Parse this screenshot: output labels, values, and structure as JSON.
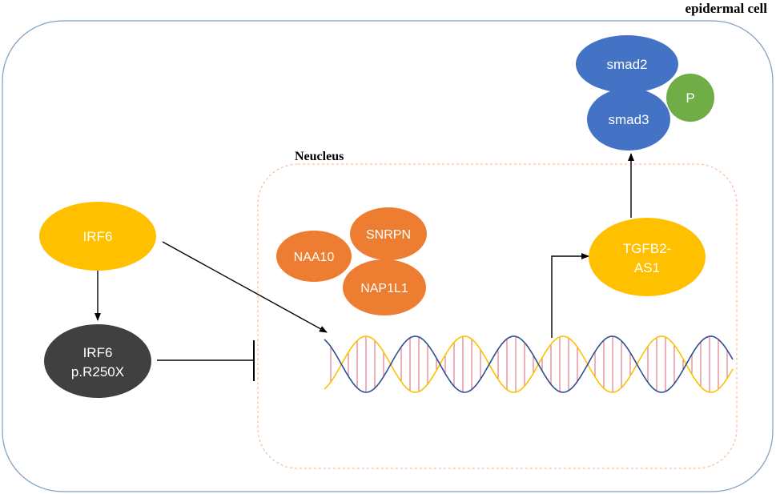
{
  "labels": {
    "cell": "epidermal cell",
    "nucleus": "Neucleus"
  },
  "nodes": {
    "irf6": "IRF6",
    "irf6_mutant_line1": "IRF6",
    "irf6_mutant_line2": "p.R250X",
    "naa10": "NAA10",
    "snrpn": "SNRPN",
    "nap1l1": "NAP1L1",
    "tgfb2_line1": "TGFB2-",
    "tgfb2_line2": "AS1",
    "smad2": "smad2",
    "smad3": "smad3",
    "phospho": "P"
  },
  "colors": {
    "cell_border": "#7f9fc0",
    "nucleus_border": "#f4b183",
    "yellow": "#ffc000",
    "dark": "#404040",
    "orange": "#ed7d31",
    "blue": "#4472c4",
    "green": "#70ad47",
    "dna_blue": "#2f4f8f",
    "dna_yellow": "#ffc000",
    "dna_rung": "#e06070"
  }
}
